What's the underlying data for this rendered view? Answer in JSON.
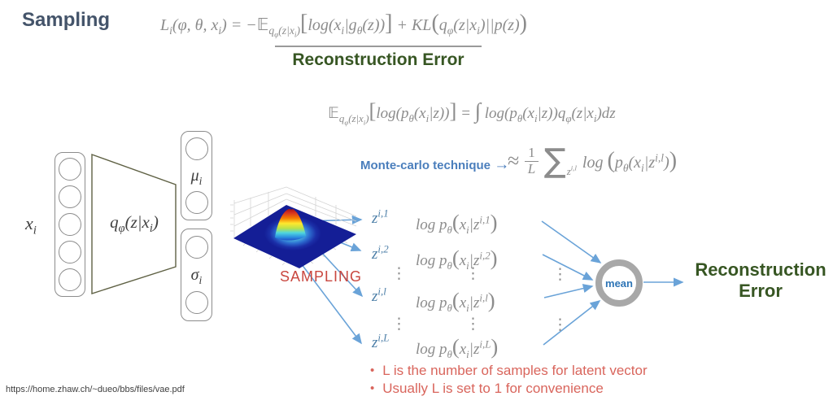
{
  "slide": {
    "title": "Sampling",
    "source_url": "https://home.zhaw.ch/~dueo/bbs/files/vae.pdf"
  },
  "colors": {
    "title": "#44546a",
    "formula_gray": "#8c8c8c",
    "green": "#375623",
    "monte_carlo_blue": "#4a7ebc",
    "z_blue": "#4d7fa8",
    "sampling_red": "#c9473f",
    "bullet_coral": "#d9655c",
    "arrow_blue": "#6aa3d8",
    "mean_ring_gray": "#a8a8a8"
  },
  "formulas": {
    "loss": "L<sub>i</sub>(φ, θ, x<sub>i</sub>) = −<b>𝔼</b><sub>q<sub>φ</sub>(z|x<sub>i</sub>)</sub><big>[</big>log(x<sub>i</sub>|g<sub>θ</sub>(z))<big>]</big> + KL<big>(</big>q<sub>φ</sub>(z|x<sub>i</sub>)||p(z)<big>)</big>",
    "reconstruction_error_label": "Reconstruction Error",
    "expectation": "<b>𝔼</b><sub>q<sub>φ</sub>(z|x<sub>i</sub>)</sub><big>[</big>log(p<sub>θ</sub>(x<sub>i</sub>|z))<big>]</big> = <big>∫</big> log(p<sub>θ</sub>(x<sub>i</sub>|z))q<sub>φ</sub>(z|x<sub>i</sub>)dz",
    "monte_carlo_label": "Monte-carlo technique",
    "monte_carlo_arrow": "→",
    "approx": "≈",
    "frac_num": "1",
    "frac_den": "L",
    "sum": "∑",
    "sum_sub": "z<sup>i,l</sup>",
    "sum_body": "log <big>(</big>p<sub>θ</sub>(x<sub>i</sub>|z<sup>i,l</sup>)<big>)</big>"
  },
  "encoder": {
    "input_label": "x<sub>i</sub>",
    "network_label": "q<sub>φ</sub>(z|x<sub>i</sub>)",
    "mu_label": "μ<sub>i</sub>",
    "sigma_label": "σ<sub>i</sub>"
  },
  "sampling": {
    "plot_label": "SAMPLING",
    "samples": [
      {
        "z": "z<sup>i,1</sup>",
        "log": "log p<sub>θ</sub><big>(</big>x<sub>i</sub>|z<sup>i,1</sup><big>)</big>"
      },
      {
        "z": "z<sup>i,2</sup>",
        "log": "log p<sub>θ</sub><big>(</big>x<sub>i</sub>|z<sup>i,2</sup><big>)</big>"
      },
      {
        "z": "z<sup>i,l</sup>",
        "log": "log p<sub>θ</sub><big>(</big>x<sub>i</sub>|z<sup>i,l</sup><big>)</big>"
      },
      {
        "z": "z<sup>i,L</sup>",
        "log": "log p<sub>θ</sub><big>(</big>x<sub>i</sub>|z<sup>i,L</sup><big>)</big>"
      }
    ],
    "vdots": "⋮",
    "mean_label": "mean",
    "result_label": "Reconstruction Error"
  },
  "notes": {
    "bullet_char": "•",
    "bullets": [
      "L is the number of samples for latent vector",
      "Usually L is set to 1 for convenience"
    ]
  }
}
